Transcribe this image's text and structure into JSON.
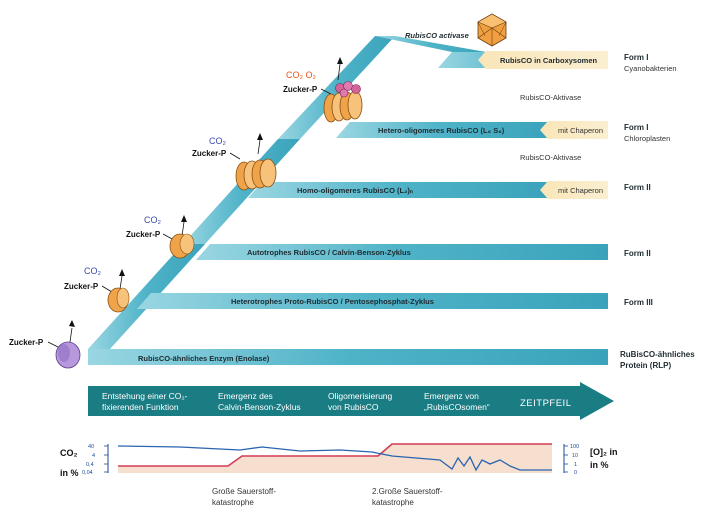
{
  "activase_label": "RubisCO  activase",
  "bands": [
    {
      "label": "RubisCO in Carboxysomen",
      "form": "Form I",
      "sub": "Cyanobakterien"
    },
    {
      "label": "Hetero-oligomeres RubisCO (L₈ S₈)",
      "form": "Form I",
      "sub": "Chloroplasten",
      "tag": "mit Chaperon"
    },
    {
      "label": "Homo-oligomeres RubisCO (L₂)ₙ",
      "form": "Form II",
      "sub": "",
      "tag": "mit Chaperon"
    },
    {
      "label": "Autotrophes RubisCO / Calvin-Benson-Zyklus",
      "form": "Form II",
      "sub": ""
    },
    {
      "label": "Heterotrophes Proto-RubisCO / Pentosephosphat-Zyklus",
      "form": "Form III",
      "sub": ""
    },
    {
      "label": "RubisCO-ähnliches Enzym (Enolase)",
      "form": "RuBisCO-ähnliches",
      "sub": "Protein (RLP)"
    }
  ],
  "aktivase_notes": [
    "RubisCO-Aktivase",
    "RubisCO-Aktivase"
  ],
  "enzymes": [
    {
      "substrate": "Zucker-P",
      "gases": ""
    },
    {
      "substrate": "Zucker-P",
      "gases": "CO₂"
    },
    {
      "substrate": "Zucker-P",
      "gases": "CO₂"
    },
    {
      "substrate": "Zucker-P",
      "gases": "CO₂"
    },
    {
      "substrate": "Zucker-P",
      "gases": "CO₂ O₂"
    }
  ],
  "timeline": {
    "steps": [
      {
        "line1": "Entstehung einer CO₂-",
        "line2": "fixierenden Funktion"
      },
      {
        "line1": "Emergenz des",
        "line2": "Calvin-Benson-Zyklus"
      },
      {
        "line1": "Oligomerisierung",
        "line2": "von RubisCO"
      },
      {
        "line1": "Emergenz von",
        "line2": "„RubisCOsomen“"
      }
    ],
    "label": "ZEITPFEIL"
  },
  "atmosphere": {
    "left_title": "CO₂",
    "left_unit": "in %",
    "left_ticks": [
      "40",
      "4",
      "0,4",
      "0,04"
    ],
    "right_title": "[O]₂ in",
    "right_unit": "in %",
    "right_ticks": [
      "100",
      "10",
      "1",
      "0"
    ],
    "events": [
      {
        "line1": "Große Sauerstoff-",
        "line2": "katastrophe"
      },
      {
        "line1": "2.Große Sauerstoff-",
        "line2": "katastrophe"
      }
    ]
  },
  "colors": {
    "band": "#4fb3c8",
    "band_dark": "#2b8ea5",
    "timeline": "#1a7d84",
    "tag": "#f7dca0",
    "enzyme_orange": "#f0a44a",
    "enzyme_purple": "#b898dd",
    "co2_line": "#2a64b0",
    "o2_line": "#d23b52"
  }
}
